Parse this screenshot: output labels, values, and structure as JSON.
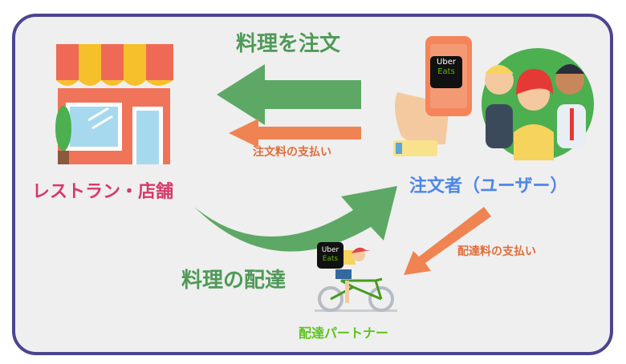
{
  "labels": {
    "order_food": "料理を注文",
    "order_payment": "注文料の支払い",
    "restaurant": "レストラン・店舗",
    "orderer": "注文者（ユーザー）",
    "delivery": "料理の配達",
    "delivery_payment": "配達料の支払い",
    "partner": "配達パートナー"
  },
  "logo": {
    "line1": "Uber",
    "line2": "Eats"
  },
  "colors": {
    "border": "#4b4590",
    "green_arrow": "#5da865",
    "orange_arrow": "#ef8452",
    "restaurant_label": "#d8386a",
    "orderer_label": "#4e86e8",
    "partner_label": "#5cc41c",
    "green_text": "#4f9a58",
    "orange_text": "#e06d3a"
  }
}
